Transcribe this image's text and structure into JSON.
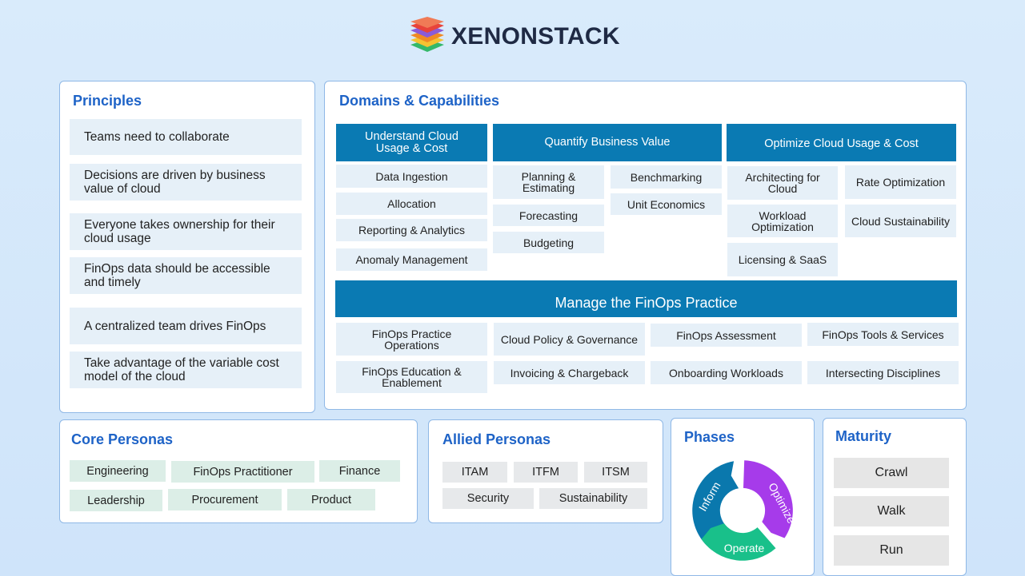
{
  "brand": {
    "name": "XENONSTACK"
  },
  "principles": {
    "title": "Principles",
    "items": [
      "Teams need to collaborate",
      "Decisions are driven by business value of cloud",
      "Everyone takes ownership for their cloud usage",
      "FinOps data should be accessible and timely",
      "A centralized team drives FinOps",
      "Take advantage of the variable cost model of the cloud"
    ]
  },
  "domains": {
    "title": "Domains & Capabilities",
    "understand": {
      "header": "Understand Cloud Usage & Cost",
      "items": [
        "Data Ingestion",
        "Allocation",
        "Reporting & Analytics",
        "Anomaly Management"
      ]
    },
    "quantify": {
      "header": "Quantify Business Value",
      "left": [
        "Planning & Estimating",
        "Forecasting",
        "Budgeting"
      ],
      "right": [
        "Benchmarking",
        "Unit Economics"
      ]
    },
    "optimize": {
      "header": "Optimize Cloud Usage & Cost",
      "left": [
        "Architecting for Cloud",
        "Workload Optimization",
        "Licensing & SaaS"
      ],
      "right": [
        "Rate Optimization",
        "Cloud Sustainability"
      ]
    },
    "manage": {
      "header": "Manage the FinOps Practice",
      "items": [
        "FinOps Practice Operations",
        "Cloud Policy & Governance",
        "FinOps Assessment",
        "FinOps Tools & Services",
        "FinOps Education & Enablement",
        "Invoicing & Chargeback",
        "Onboarding Workloads",
        "Intersecting Disciplines"
      ]
    }
  },
  "core_personas": {
    "title": "Core Personas",
    "items": [
      "Engineering",
      "FinOps Practitioner",
      "Finance",
      "Leadership",
      "Procurement",
      "Product"
    ]
  },
  "allied_personas": {
    "title": "Allied Personas",
    "items": [
      "ITAM",
      "ITFM",
      "ITSM",
      "Security",
      "Sustainability"
    ]
  },
  "phases": {
    "title": "Phases",
    "items": [
      {
        "label": "Inform",
        "color": "#0a78ad"
      },
      {
        "label": "Optimize",
        "color": "#a63bea"
      },
      {
        "label": "Operate",
        "color": "#19c08a"
      }
    ]
  },
  "maturity": {
    "title": "Maturity",
    "items": [
      "Crawl",
      "Walk",
      "Run"
    ]
  },
  "colors": {
    "accent": "#1e63c7",
    "header_blue": "#0a7ab3",
    "light_box": "#e6f0f8"
  }
}
